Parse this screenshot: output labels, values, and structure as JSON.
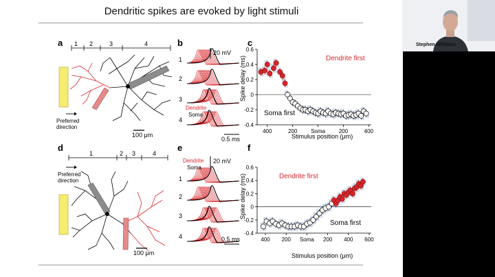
{
  "slide": {
    "title": "Dendritic spikes are evoked by light stimuli",
    "top": {
      "panel_a": "a",
      "panel_b": "b",
      "panel_c": "c",
      "segments": [
        "1",
        "2",
        "3",
        "4"
      ],
      "preferred": "Preferred\ndirection",
      "preferred_line1": "Preferred",
      "preferred_line2": "direction",
      "scalebar_um": "100 μm",
      "b_rows": [
        "1",
        "2",
        "3",
        "4"
      ],
      "b_scale_mv": "20 mV",
      "b_scale_ms": "0.5 ms",
      "b_legend_dendrite": "Dendrite",
      "b_legend_soma": "Soma",
      "c_label_dendrite_first": "Dendrite first",
      "c_label_soma_first": "Soma first",
      "c_ylabel": "Spike delay (ms)",
      "c_xlabel": "Stimulus position (μm)",
      "c_yticks": [
        "0.6",
        "0.4",
        "0.2",
        "0",
        "-0.2",
        "-0.4"
      ],
      "c_xticks": [
        "400",
        "200",
        "Soma",
        "200",
        "400"
      ]
    },
    "bottom": {
      "panel_d": "d",
      "panel_e": "e",
      "panel_f": "f",
      "segments": [
        "1",
        "2",
        "3",
        "4"
      ],
      "preferred_line1": "Preferred",
      "preferred_line2": "direction",
      "scalebar_um": "100 μm",
      "e_rows": [
        "1",
        "2",
        "3",
        "4"
      ],
      "e_scale_mv": "20 mV",
      "e_scale_ms": "0.5 ms",
      "e_legend_dendrite": "Dendrite",
      "e_legend_soma": "Soma",
      "f_label_dendrite_first": "Dendrite first",
      "f_label_soma_first": "Soma first",
      "f_ylabel": "Spike delay (ms)",
      "f_xlabel": "Stimulus position (μm)",
      "f_yticks": [
        "0.6",
        "0.4",
        "0.2",
        "0",
        "-0.2",
        "-0.4"
      ],
      "f_xticks": [
        "400",
        "200",
        "Soma",
        "200",
        "400",
        "600"
      ]
    }
  },
  "participant": {
    "name": "Stephen Williams"
  },
  "colors": {
    "red": "#d7262b",
    "blue": "#9db3dc",
    "yellow": "#f6ec6f"
  },
  "chart_data": [
    {
      "type": "scatter",
      "title": "",
      "xlabel": "Stimulus position (μm)",
      "ylabel": "Spike delay (ms)",
      "x_ticks": [
        "400",
        "200",
        "Soma",
        "200",
        "400"
      ],
      "ylim": [
        -0.4,
        0.6
      ],
      "series": [
        {
          "name": "Dendrite first",
          "x": [
            -450,
            -420,
            -400,
            -380,
            -350,
            -330,
            -300,
            -280,
            -260
          ],
          "y": [
            0.3,
            0.32,
            0.4,
            0.28,
            0.35,
            0.42,
            0.3,
            0.25,
            0.15
          ]
        },
        {
          "name": "Soma first",
          "x": [
            -240,
            -220,
            -200,
            -180,
            -160,
            -140,
            -120,
            -100,
            -80,
            -60,
            -40,
            -20,
            0,
            20,
            40,
            60,
            80,
            100,
            120,
            140,
            160,
            180,
            200,
            220,
            240,
            260,
            280,
            300,
            320,
            340,
            360,
            380
          ],
          "y": [
            0.0,
            -0.05,
            -0.1,
            -0.12,
            -0.15,
            -0.18,
            -0.2,
            -0.2,
            -0.22,
            -0.2,
            -0.22,
            -0.24,
            -0.25,
            -0.22,
            -0.24,
            -0.25,
            -0.22,
            -0.25,
            -0.26,
            -0.24,
            -0.25,
            -0.26,
            -0.25,
            -0.28,
            -0.27,
            -0.26,
            -0.28,
            -0.27,
            -0.25,
            -0.28,
            -0.22,
            -0.25
          ]
        }
      ]
    },
    {
      "type": "scatter",
      "title": "",
      "xlabel": "Stimulus position (μm)",
      "ylabel": "Spike delay (ms)",
      "x_ticks": [
        "400",
        "200",
        "Soma",
        "200",
        "400",
        "600"
      ],
      "ylim": [
        -0.4,
        0.6
      ],
      "series": [
        {
          "name": "Soma first",
          "x": [
            -420,
            -390,
            -360,
            -330,
            -300,
            -270,
            -240,
            -210,
            -180,
            -150,
            -120,
            -90,
            -60,
            -30,
            0,
            30,
            60,
            90,
            120,
            150,
            180,
            210,
            240
          ],
          "y": [
            -0.3,
            -0.22,
            -0.25,
            -0.22,
            -0.26,
            -0.28,
            -0.25,
            -0.28,
            -0.3,
            -0.3,
            -0.3,
            -0.28,
            -0.3,
            -0.3,
            -0.26,
            -0.24,
            -0.2,
            -0.15,
            -0.1,
            -0.05,
            -0.02,
            0.0,
            0.05
          ]
        },
        {
          "name": "Dendrite first",
          "x": [
            260,
            280,
            300,
            320,
            340,
            360,
            380,
            400,
            420,
            440,
            460,
            480,
            500,
            520,
            540
          ],
          "y": [
            0.1,
            0.05,
            0.1,
            0.15,
            0.12,
            0.2,
            0.18,
            0.22,
            0.25,
            0.2,
            0.28,
            0.3,
            0.35,
            0.32,
            0.38
          ]
        }
      ]
    }
  ]
}
